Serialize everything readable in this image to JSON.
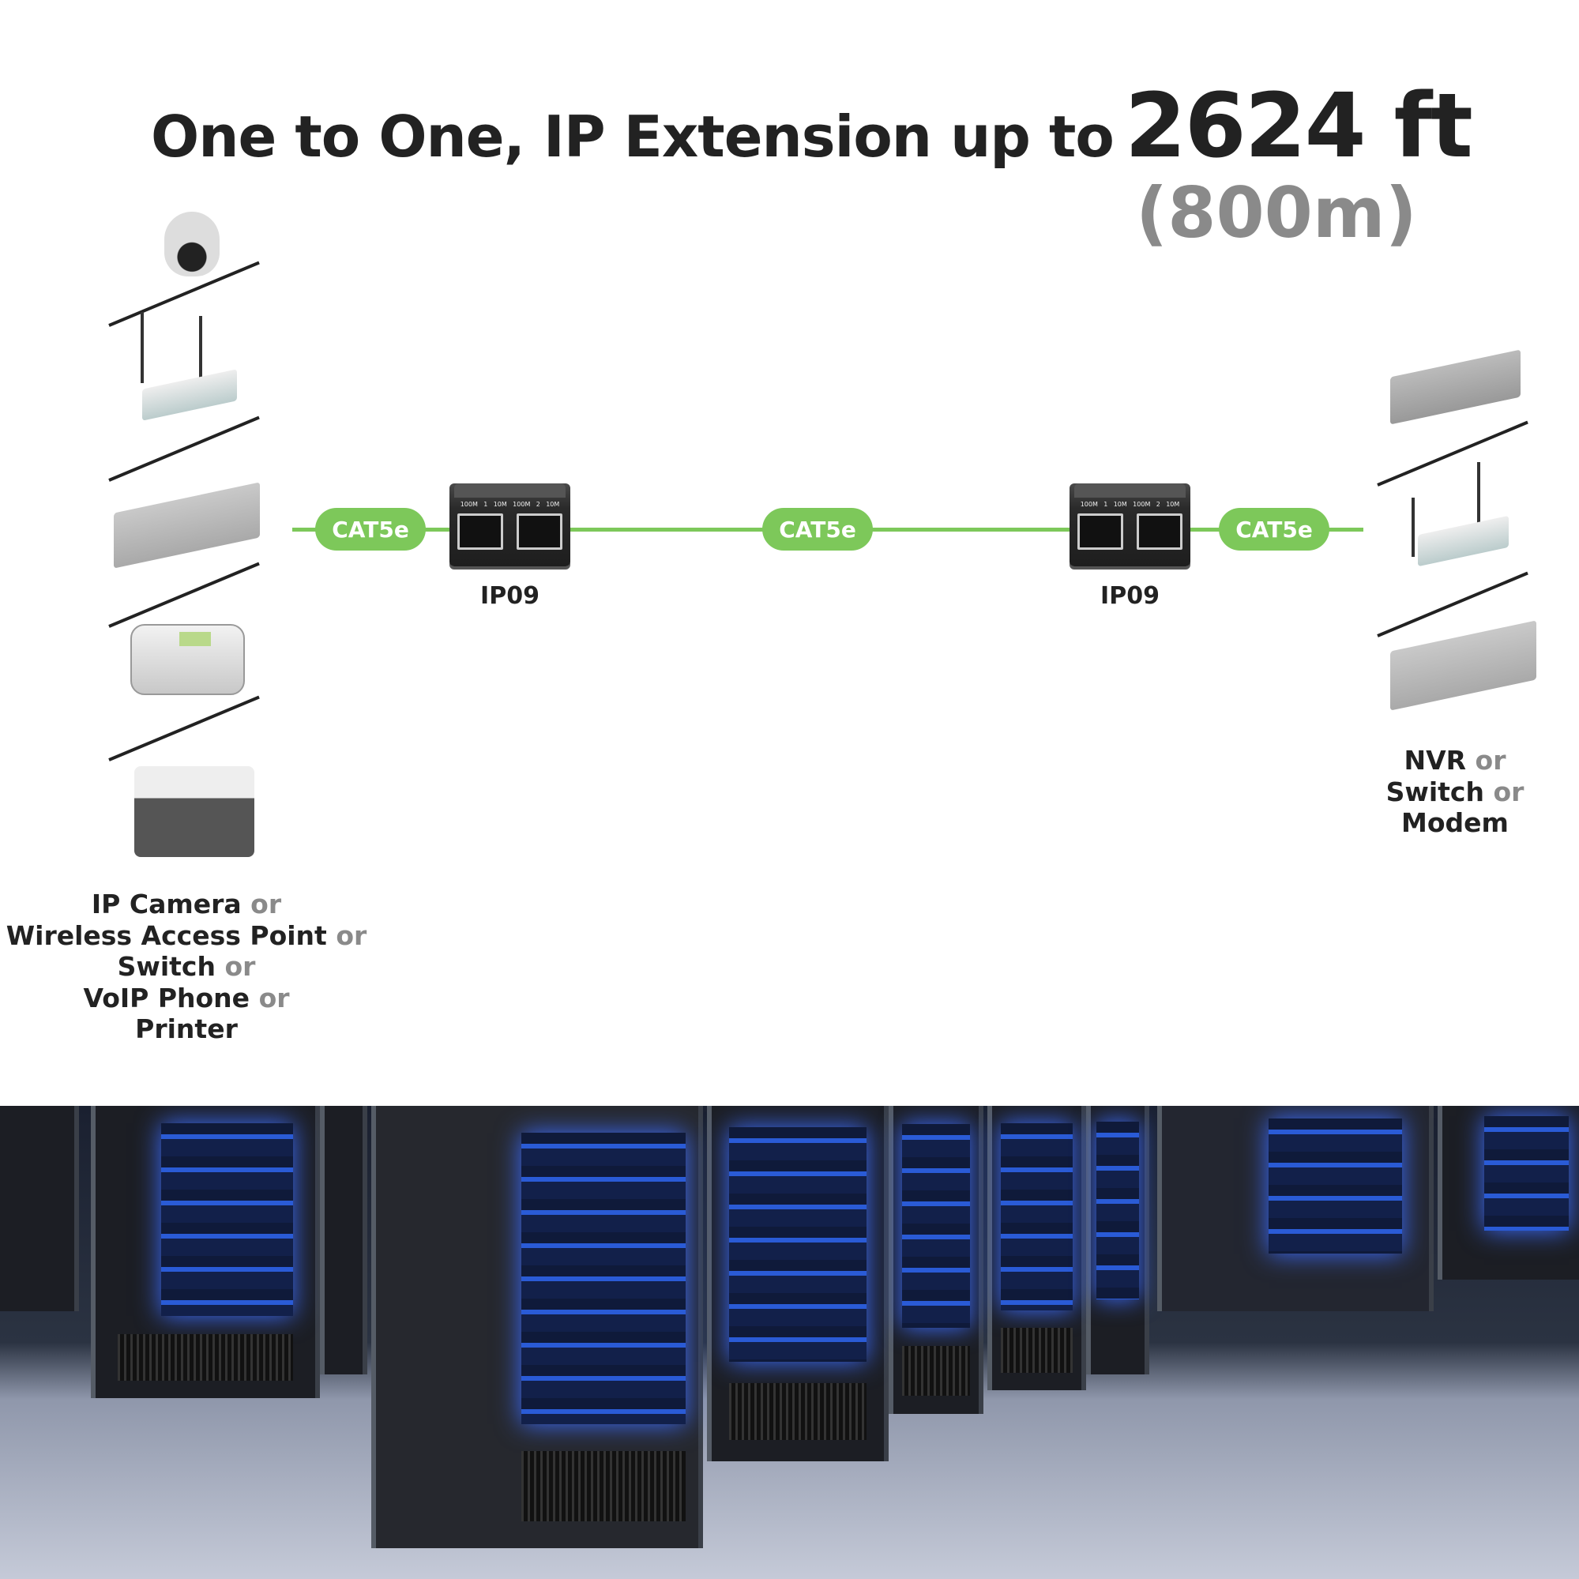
{
  "title": {
    "main": "One to One, IP Extension up to",
    "distance": "2624 ft",
    "metric": "(800m)"
  },
  "cables": [
    "CAT5e",
    "CAT5e",
    "CAT5e"
  ],
  "extenders": [
    {
      "model": "IP09",
      "port_labels": [
        "100M",
        "1",
        "10M",
        "100M",
        "2",
        "10M"
      ]
    },
    {
      "model": "IP09",
      "port_labels": [
        "100M",
        "1",
        "10M",
        "100M",
        "2",
        "10M"
      ]
    }
  ],
  "left_devices": {
    "icons": [
      "ip-camera-icon",
      "wireless-access-point-icon",
      "switch-icon",
      "voip-phone-icon",
      "printer-icon"
    ],
    "lines": [
      {
        "name": "IP Camera",
        "or": "or"
      },
      {
        "name": "Wireless Access Point",
        "or": "or"
      },
      {
        "name": "Switch",
        "or": "or"
      },
      {
        "name": "VoIP Phone",
        "or": "or"
      },
      {
        "name": "Printer",
        "or": ""
      }
    ]
  },
  "right_devices": {
    "icons": [
      "nvr-icon",
      "modem-icon",
      "switch-icon"
    ],
    "lines": [
      {
        "name": "NVR",
        "or": "or"
      },
      {
        "name": "Switch",
        "or": "or"
      },
      {
        "name": "Modem",
        "or": ""
      }
    ]
  },
  "colors": {
    "cable": "#7dc85a",
    "text": "#222222",
    "muted": "#8a8a8a"
  }
}
